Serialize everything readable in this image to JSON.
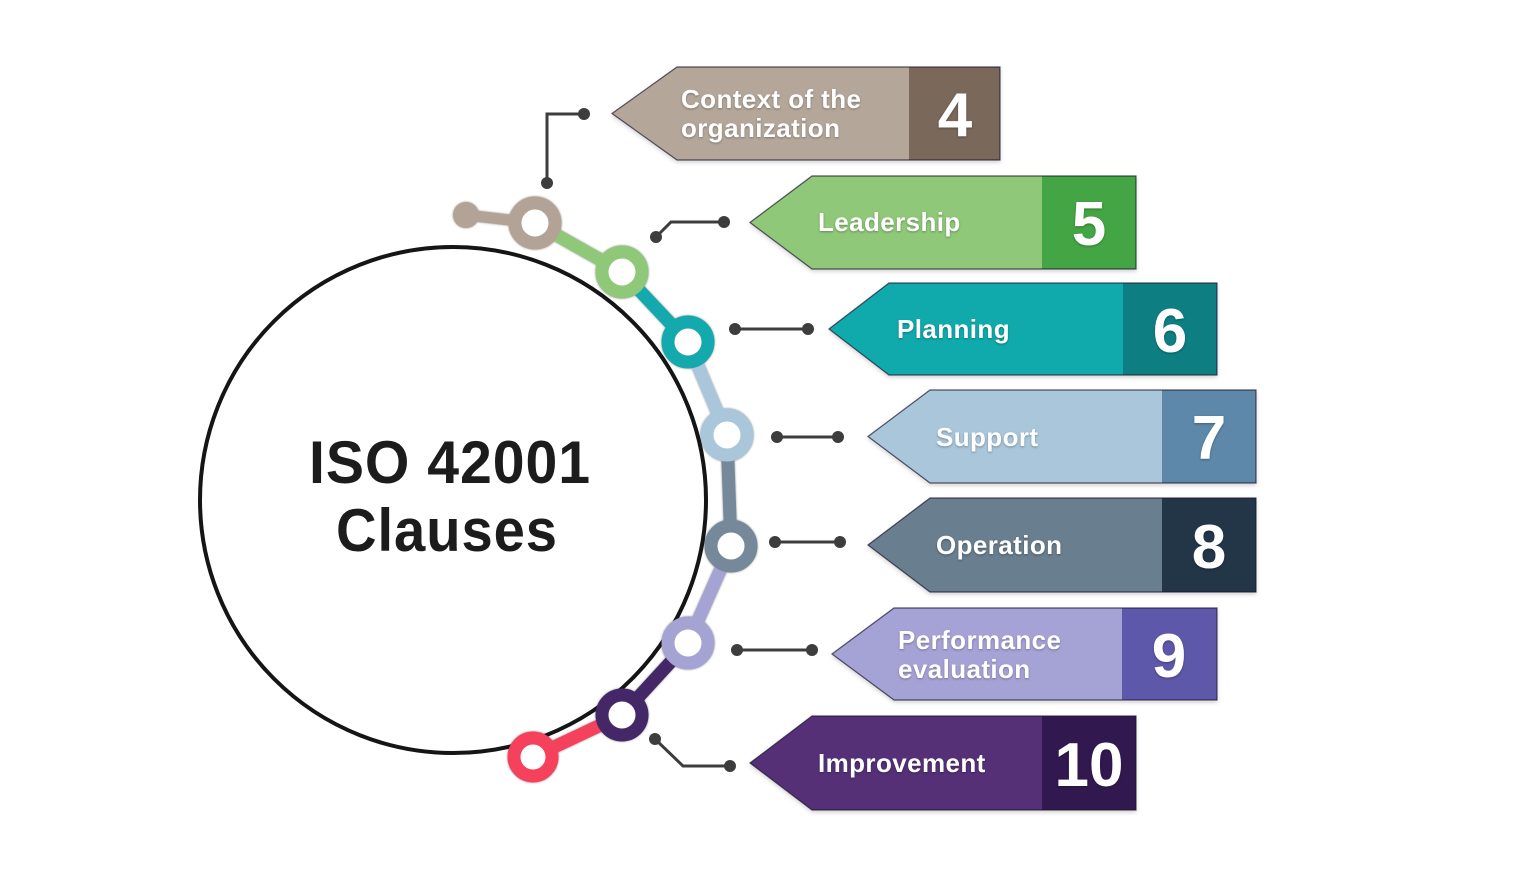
{
  "title": {
    "line1": "ISO 42001",
    "line2": "Clauses"
  },
  "colors": {
    "background": "#ffffff",
    "circle_outline": "#151515",
    "title_text": "#1c1c1c",
    "label_text": "#ffffff",
    "connector": "#3d3d3d"
  },
  "banners": [
    {
      "number": "4",
      "label_line1": "Context of the",
      "label_line2": "organization",
      "body_color": "#b4a79a",
      "block_color": "#7a685a"
    },
    {
      "number": "5",
      "label_line1": "Leadership",
      "body_color": "#8fc878",
      "block_color": "#44a545"
    },
    {
      "number": "6",
      "label_line1": "Planning",
      "body_color": "#10aaad",
      "block_color": "#0d7f82"
    },
    {
      "number": "7",
      "label_line1": "Support",
      "body_color": "#a9c6db",
      "block_color": "#5d88a9"
    },
    {
      "number": "8",
      "label_line1": "Operation",
      "body_color": "#697e8e",
      "block_color": "#233648"
    },
    {
      "number": "9",
      "label_line1": "Performance",
      "label_line2": "evaluation",
      "body_color": "#a5a3d6",
      "block_color": "#5e58ab"
    },
    {
      "number": "10",
      "label_line1": "Improvement",
      "body_color": "#553077",
      "block_color": "#31194f"
    }
  ],
  "nodes": [
    {
      "name": "satellite-dot",
      "color": "#b2a396"
    },
    {
      "name": "context-node",
      "color": "#b2a396"
    },
    {
      "name": "leadership-node",
      "color": "#8fc878"
    },
    {
      "name": "planning-node",
      "color": "#14a9ac"
    },
    {
      "name": "support-node",
      "color": "#a9c6db"
    },
    {
      "name": "operation-node",
      "color": "#75899b"
    },
    {
      "name": "performance-node",
      "color": "#a5a2d4"
    },
    {
      "name": "improvement-node",
      "color": "#432766"
    },
    {
      "name": "chain-end-node",
      "color": "#f5415c"
    }
  ]
}
